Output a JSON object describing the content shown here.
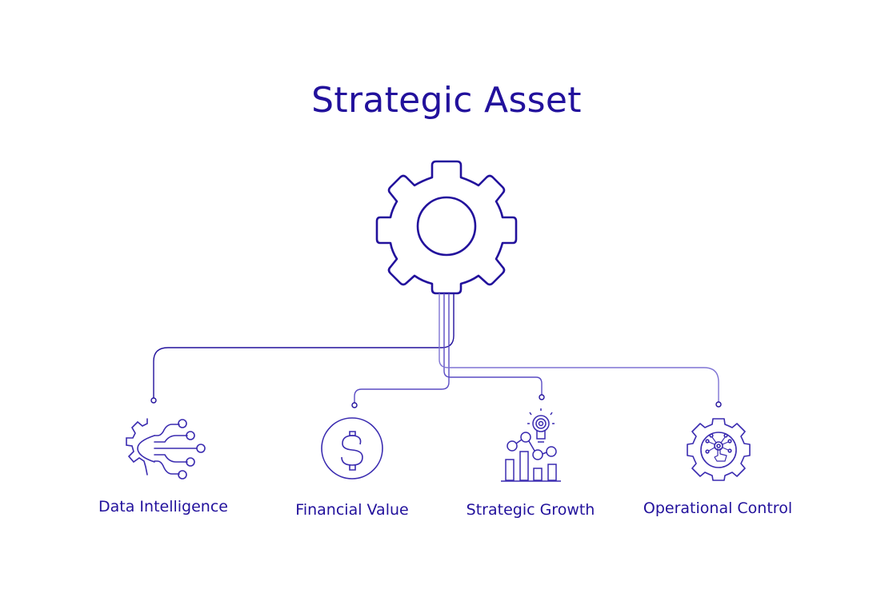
{
  "title": "Strategic Asset",
  "colors": {
    "primary": "#22119c",
    "connector_light": "#7f74d4",
    "background": "#ffffff"
  },
  "center_node": {
    "icon": "gear-icon"
  },
  "nodes": [
    {
      "label": "Data Intelligence",
      "icon": "gear-circuit-icon"
    },
    {
      "label": "Financial Value",
      "icon": "dollar-coin-icon"
    },
    {
      "label": "Strategic Growth",
      "icon": "lightbulb-bar-chart-icon"
    },
    {
      "label": "Operational Control",
      "icon": "gear-touch-network-icon"
    }
  ]
}
